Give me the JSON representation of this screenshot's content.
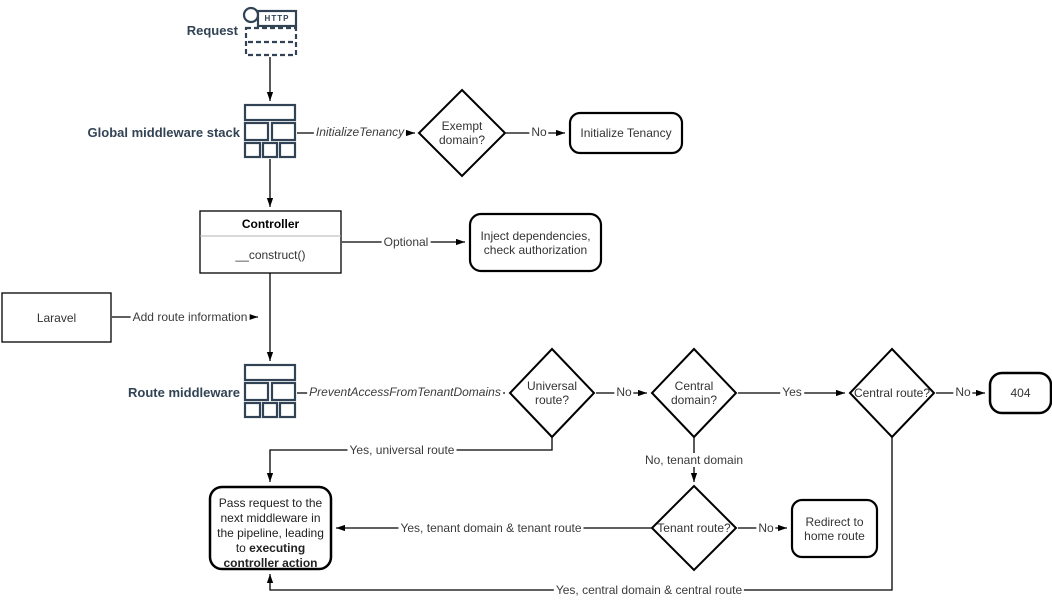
{
  "diagram": {
    "nodes": {
      "request": {
        "label": "Request"
      },
      "global_middleware_stack": {
        "label": "Global middleware stack"
      },
      "exempt_domain": {
        "label": "Exempt domain?"
      },
      "initialize_tenancy": {
        "label": "Initialize Tenancy"
      },
      "controller": {
        "title": "Controller",
        "member": "__construct()"
      },
      "inject_dependencies": {
        "label": "Inject dependencies, check authorization"
      },
      "laravel": {
        "label": "Laravel"
      },
      "route_middleware": {
        "label": "Route middleware"
      },
      "universal_route": {
        "label": "Universal route?"
      },
      "central_domain": {
        "label": "Central domain?"
      },
      "central_route": {
        "label": "Central route?"
      },
      "error_404": {
        "label": "404"
      },
      "tenant_route": {
        "label": "Tenant route?"
      },
      "redirect_home": {
        "label": "Redirect to home route"
      },
      "pass_request": {
        "text": "Pass request to the next middleware in the pipeline, leading to ",
        "bold_text": "executing controller action"
      }
    },
    "edge_labels": {
      "initialize_tenancy_middleware": "InitializeTenancy",
      "exempt_domain_no": "No",
      "controller_optional": "Optional",
      "add_route_information": "Add route information",
      "prevent_access_middleware": "PreventAccessFromTenantDomains",
      "universal_route_no": "No",
      "central_domain_yes": "Yes",
      "central_route_no": "No",
      "universal_route_yes": "Yes, universal route",
      "central_domain_no": "No, tenant domain",
      "tenant_route_no": "No",
      "tenant_route_yes": "Yes, tenant domain & tenant route",
      "central_route_yes": "Yes, central domain & central route"
    },
    "icons": {
      "http_label": "HTTP"
    },
    "colors": {
      "accent_navy": "#314354",
      "shape_stroke": "#000000",
      "background": "#ffffff"
    }
  }
}
